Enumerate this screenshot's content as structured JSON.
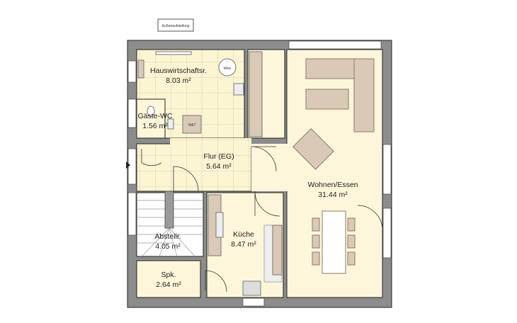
{
  "outdoor_unit_label": "Außenaufstellung",
  "rooms": [
    {
      "name": "Hauswirtschaftsr.",
      "area": "8.03 m²"
    },
    {
      "name": "Gäste-WC",
      "area": "1.56 m²"
    },
    {
      "name": "Flur (EG)",
      "area": "5.64 m²"
    },
    {
      "name": "Abstellr.",
      "area": "4.05 m²"
    },
    {
      "name": "Spk.",
      "area": "2.64 m²"
    },
    {
      "name": "Küche",
      "area": "8.47 m²"
    },
    {
      "name": "Wohnen/Essen",
      "area": "31.44 m²"
    }
  ],
  "fixtures": {
    "boiler": "Wws",
    "washer_dryer": "W&T"
  },
  "colors": {
    "floor": "#fdf6da",
    "wall": "#8c8c8c",
    "furniture": "#d9c9b6"
  }
}
